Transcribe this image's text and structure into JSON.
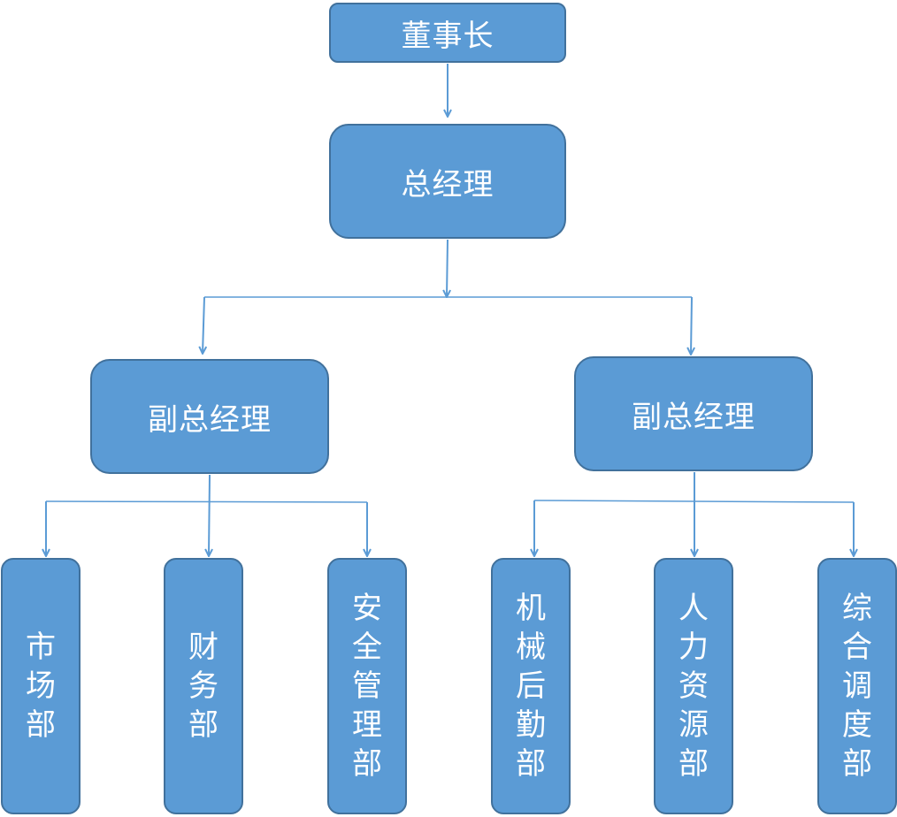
{
  "chairman": "董事长",
  "general_manager": "总经理",
  "deputy_left": "副总经理",
  "deputy_right": "副总经理",
  "departments": [
    "市场部",
    "财务部",
    "安全管理部",
    "机械后勤部",
    "人力资源部",
    "综合调度部"
  ],
  "colors": {
    "box_fill": "#5b9bd5",
    "box_border": "#41719c",
    "connector": "#5b9bd5",
    "text": "#ffffff"
  }
}
